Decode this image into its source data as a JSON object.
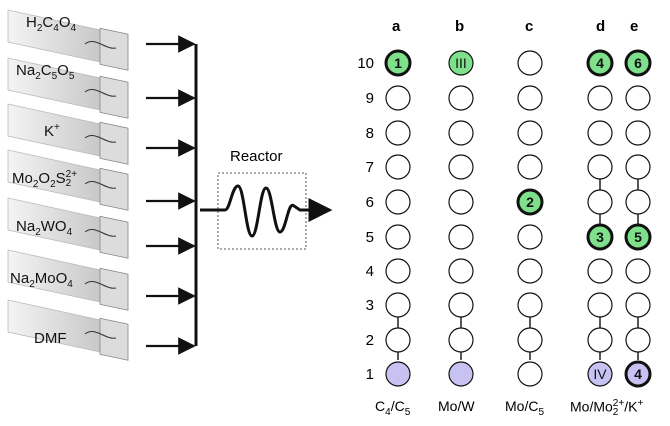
{
  "reagents": [
    "H2C4O4",
    "Na2C5O5",
    "K+",
    "Mo2O2S2 2+",
    "Na2WO4",
    "Na2MoO4",
    "DMF"
  ],
  "reactor_label": "Reactor",
  "columns": [
    "a",
    "b",
    "c",
    "d",
    "e"
  ],
  "row_numbers": [
    "10",
    "9",
    "8",
    "7",
    "6",
    "5",
    "4",
    "3",
    "2",
    "1"
  ],
  "footer_labels": [
    "C4/C5",
    "Mo/W",
    "Mo/C5",
    "Mo/Mo2 2+/K+"
  ],
  "colors": {
    "green": "#7EE08A",
    "purple": "#C8C2F2",
    "outline": "#111111"
  },
  "highlights": {
    "a10": "1",
    "b10": "III",
    "c6": "2",
    "d10": "4",
    "e10": "6",
    "d5": "3",
    "e5": "5",
    "d1": "IV",
    "e1": "4"
  }
}
